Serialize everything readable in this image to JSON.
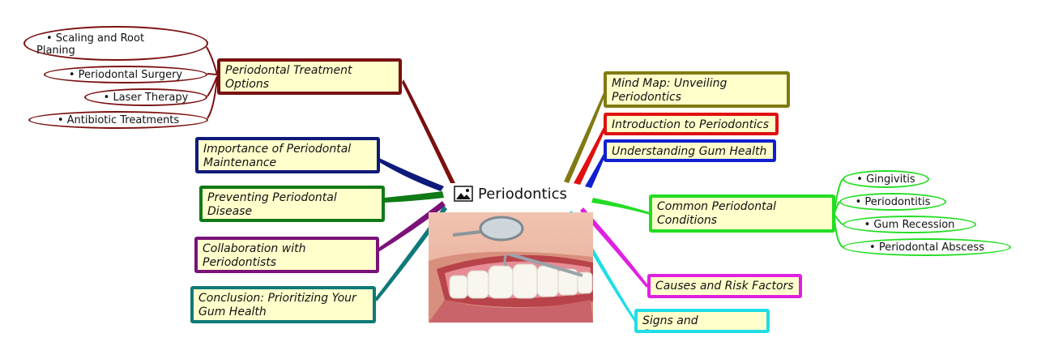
{
  "center": {
    "title": "Periodontics",
    "icon": "image-icon"
  },
  "left_topics": [
    {
      "id": "treatment",
      "line1": "Periodontal Treatment",
      "line2": "Options",
      "color": "#7a1010"
    },
    {
      "id": "importance",
      "line1": "Importance of Periodontal",
      "line2": "Maintenance",
      "color": "#0d1a7a"
    },
    {
      "id": "preventing",
      "line1": "Preventing Periodontal",
      "line2": "Disease",
      "color": "#0f7a16"
    },
    {
      "id": "collaboration",
      "line1": "Collaboration with",
      "line2": "Periodontists",
      "color": "#7a127a"
    },
    {
      "id": "conclusion",
      "line1": "Conclusion: Prioritizing Your",
      "line2": "Gum Health",
      "color": "#0f7a78"
    }
  ],
  "right_topics": [
    {
      "id": "mindmap",
      "line1": "Mind Map: Unveiling",
      "line2": "Periodontics",
      "color": "#807a12"
    },
    {
      "id": "introduction",
      "line1": "Introduction to Periodontics",
      "line2": "",
      "color": "#e01010"
    },
    {
      "id": "understanding",
      "line1": "Understanding Gum Health",
      "line2": "",
      "color": "#1020d0"
    },
    {
      "id": "conditions",
      "line1": "Common Periodontal",
      "line2": "Conditions",
      "color": "#22dd22"
    },
    {
      "id": "causes",
      "line1": "Causes and Risk Factors",
      "line2": "",
      "color": "#e020e0"
    },
    {
      "id": "signs",
      "line1": "Signs and Symptoms",
      "line2": "",
      "color": "#20dde6"
    }
  ],
  "treatment_leaves": [
    {
      "line1": "• Scaling and Root",
      "line2": "Planing"
    },
    {
      "line1": "• Periodontal Surgery",
      "line2": ""
    },
    {
      "line1": "• Laser Therapy",
      "line2": ""
    },
    {
      "line1": "• Antibiotic Treatments",
      "line2": ""
    }
  ],
  "condition_leaves": [
    {
      "line1": "• Gingivitis"
    },
    {
      "line1": "• Periodontitis"
    },
    {
      "line1": "• Gum Recession"
    },
    {
      "line1": "• Periodontal Abscess"
    }
  ]
}
